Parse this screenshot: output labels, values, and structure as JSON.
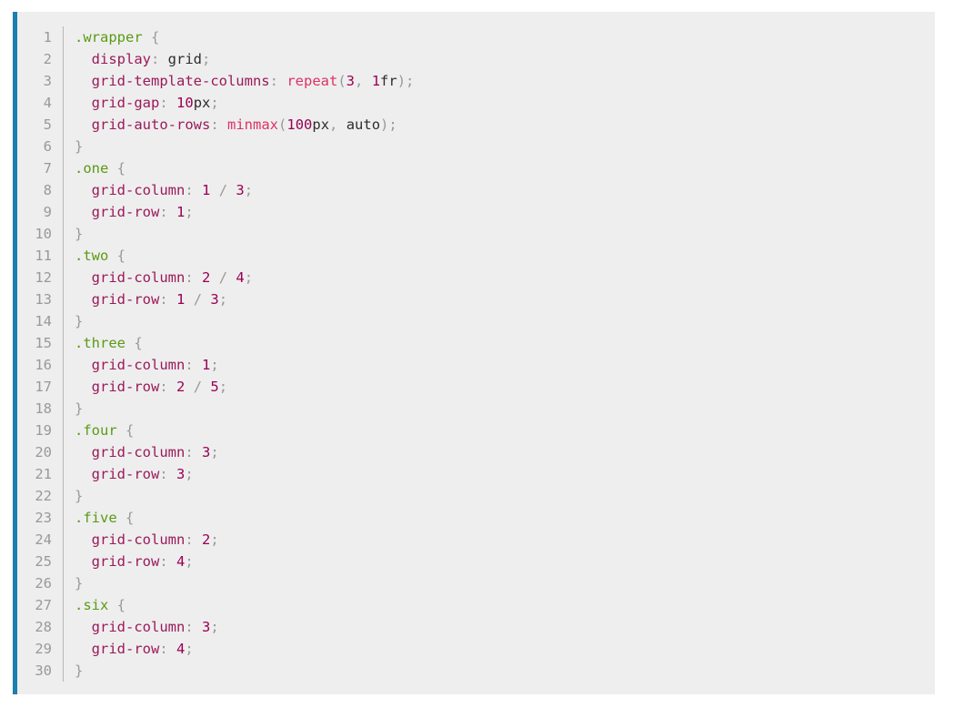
{
  "colors": {
    "background": "#eeeeee",
    "accent_border": "#1b7fb0",
    "selector": "#5a9b14",
    "property": "#9a1a5a",
    "function": "#dd3366",
    "number": "#990055",
    "punctuation": "#999999",
    "line_number": "#999999",
    "text": "#2d2d2d"
  },
  "lines": [
    [
      {
        "t": "selector",
        "v": ".wrapper"
      },
      {
        "t": "val",
        "v": " "
      },
      {
        "t": "punct",
        "v": "{"
      }
    ],
    [
      {
        "t": "val",
        "v": "  "
      },
      {
        "t": "prop",
        "v": "display"
      },
      {
        "t": "punct",
        "v": ":"
      },
      {
        "t": "val",
        "v": " grid"
      },
      {
        "t": "punct",
        "v": ";"
      }
    ],
    [
      {
        "t": "val",
        "v": "  "
      },
      {
        "t": "prop",
        "v": "grid-template-columns"
      },
      {
        "t": "punct",
        "v": ":"
      },
      {
        "t": "val",
        "v": " "
      },
      {
        "t": "func",
        "v": "repeat"
      },
      {
        "t": "punct",
        "v": "("
      },
      {
        "t": "num",
        "v": "3"
      },
      {
        "t": "punct",
        "v": ","
      },
      {
        "t": "val",
        "v": " "
      },
      {
        "t": "num",
        "v": "1"
      },
      {
        "t": "val",
        "v": "fr"
      },
      {
        "t": "punct",
        "v": ");"
      }
    ],
    [
      {
        "t": "val",
        "v": "  "
      },
      {
        "t": "prop",
        "v": "grid-gap"
      },
      {
        "t": "punct",
        "v": ":"
      },
      {
        "t": "val",
        "v": " "
      },
      {
        "t": "num",
        "v": "10"
      },
      {
        "t": "val",
        "v": "px"
      },
      {
        "t": "punct",
        "v": ";"
      }
    ],
    [
      {
        "t": "val",
        "v": "  "
      },
      {
        "t": "prop",
        "v": "grid-auto-rows"
      },
      {
        "t": "punct",
        "v": ":"
      },
      {
        "t": "val",
        "v": " "
      },
      {
        "t": "func",
        "v": "minmax"
      },
      {
        "t": "punct",
        "v": "("
      },
      {
        "t": "num",
        "v": "100"
      },
      {
        "t": "val",
        "v": "px"
      },
      {
        "t": "punct",
        "v": ","
      },
      {
        "t": "val",
        "v": " auto"
      },
      {
        "t": "punct",
        "v": ");"
      }
    ],
    [
      {
        "t": "punct",
        "v": "}"
      }
    ],
    [
      {
        "t": "selector",
        "v": ".one"
      },
      {
        "t": "val",
        "v": " "
      },
      {
        "t": "punct",
        "v": "{"
      }
    ],
    [
      {
        "t": "val",
        "v": "  "
      },
      {
        "t": "prop",
        "v": "grid-column"
      },
      {
        "t": "punct",
        "v": ":"
      },
      {
        "t": "val",
        "v": " "
      },
      {
        "t": "num",
        "v": "1"
      },
      {
        "t": "val",
        "v": " "
      },
      {
        "t": "punct",
        "v": "/"
      },
      {
        "t": "val",
        "v": " "
      },
      {
        "t": "num",
        "v": "3"
      },
      {
        "t": "punct",
        "v": ";"
      }
    ],
    [
      {
        "t": "val",
        "v": "  "
      },
      {
        "t": "prop",
        "v": "grid-row"
      },
      {
        "t": "punct",
        "v": ":"
      },
      {
        "t": "val",
        "v": " "
      },
      {
        "t": "num",
        "v": "1"
      },
      {
        "t": "punct",
        "v": ";"
      }
    ],
    [
      {
        "t": "punct",
        "v": "}"
      }
    ],
    [
      {
        "t": "selector",
        "v": ".two"
      },
      {
        "t": "val",
        "v": " "
      },
      {
        "t": "punct",
        "v": "{"
      }
    ],
    [
      {
        "t": "val",
        "v": "  "
      },
      {
        "t": "prop",
        "v": "grid-column"
      },
      {
        "t": "punct",
        "v": ":"
      },
      {
        "t": "val",
        "v": " "
      },
      {
        "t": "num",
        "v": "2"
      },
      {
        "t": "val",
        "v": " "
      },
      {
        "t": "punct",
        "v": "/"
      },
      {
        "t": "val",
        "v": " "
      },
      {
        "t": "num",
        "v": "4"
      },
      {
        "t": "punct",
        "v": ";"
      }
    ],
    [
      {
        "t": "val",
        "v": "  "
      },
      {
        "t": "prop",
        "v": "grid-row"
      },
      {
        "t": "punct",
        "v": ":"
      },
      {
        "t": "val",
        "v": " "
      },
      {
        "t": "num",
        "v": "1"
      },
      {
        "t": "val",
        "v": " "
      },
      {
        "t": "punct",
        "v": "/"
      },
      {
        "t": "val",
        "v": " "
      },
      {
        "t": "num",
        "v": "3"
      },
      {
        "t": "punct",
        "v": ";"
      }
    ],
    [
      {
        "t": "punct",
        "v": "}"
      }
    ],
    [
      {
        "t": "selector",
        "v": ".three"
      },
      {
        "t": "val",
        "v": " "
      },
      {
        "t": "punct",
        "v": "{"
      }
    ],
    [
      {
        "t": "val",
        "v": "  "
      },
      {
        "t": "prop",
        "v": "grid-column"
      },
      {
        "t": "punct",
        "v": ":"
      },
      {
        "t": "val",
        "v": " "
      },
      {
        "t": "num",
        "v": "1"
      },
      {
        "t": "punct",
        "v": ";"
      }
    ],
    [
      {
        "t": "val",
        "v": "  "
      },
      {
        "t": "prop",
        "v": "grid-row"
      },
      {
        "t": "punct",
        "v": ":"
      },
      {
        "t": "val",
        "v": " "
      },
      {
        "t": "num",
        "v": "2"
      },
      {
        "t": "val",
        "v": " "
      },
      {
        "t": "punct",
        "v": "/"
      },
      {
        "t": "val",
        "v": " "
      },
      {
        "t": "num",
        "v": "5"
      },
      {
        "t": "punct",
        "v": ";"
      }
    ],
    [
      {
        "t": "punct",
        "v": "}"
      }
    ],
    [
      {
        "t": "selector",
        "v": ".four"
      },
      {
        "t": "val",
        "v": " "
      },
      {
        "t": "punct",
        "v": "{"
      }
    ],
    [
      {
        "t": "val",
        "v": "  "
      },
      {
        "t": "prop",
        "v": "grid-column"
      },
      {
        "t": "punct",
        "v": ":"
      },
      {
        "t": "val",
        "v": " "
      },
      {
        "t": "num",
        "v": "3"
      },
      {
        "t": "punct",
        "v": ";"
      }
    ],
    [
      {
        "t": "val",
        "v": "  "
      },
      {
        "t": "prop",
        "v": "grid-row"
      },
      {
        "t": "punct",
        "v": ":"
      },
      {
        "t": "val",
        "v": " "
      },
      {
        "t": "num",
        "v": "3"
      },
      {
        "t": "punct",
        "v": ";"
      }
    ],
    [
      {
        "t": "punct",
        "v": "}"
      }
    ],
    [
      {
        "t": "selector",
        "v": ".five"
      },
      {
        "t": "val",
        "v": " "
      },
      {
        "t": "punct",
        "v": "{"
      }
    ],
    [
      {
        "t": "val",
        "v": "  "
      },
      {
        "t": "prop",
        "v": "grid-column"
      },
      {
        "t": "punct",
        "v": ":"
      },
      {
        "t": "val",
        "v": " "
      },
      {
        "t": "num",
        "v": "2"
      },
      {
        "t": "punct",
        "v": ";"
      }
    ],
    [
      {
        "t": "val",
        "v": "  "
      },
      {
        "t": "prop",
        "v": "grid-row"
      },
      {
        "t": "punct",
        "v": ":"
      },
      {
        "t": "val",
        "v": " "
      },
      {
        "t": "num",
        "v": "4"
      },
      {
        "t": "punct",
        "v": ";"
      }
    ],
    [
      {
        "t": "punct",
        "v": "}"
      }
    ],
    [
      {
        "t": "selector",
        "v": ".six"
      },
      {
        "t": "val",
        "v": " "
      },
      {
        "t": "punct",
        "v": "{"
      }
    ],
    [
      {
        "t": "val",
        "v": "  "
      },
      {
        "t": "prop",
        "v": "grid-column"
      },
      {
        "t": "punct",
        "v": ":"
      },
      {
        "t": "val",
        "v": " "
      },
      {
        "t": "num",
        "v": "3"
      },
      {
        "t": "punct",
        "v": ";"
      }
    ],
    [
      {
        "t": "val",
        "v": "  "
      },
      {
        "t": "prop",
        "v": "grid-row"
      },
      {
        "t": "punct",
        "v": ":"
      },
      {
        "t": "val",
        "v": " "
      },
      {
        "t": "num",
        "v": "4"
      },
      {
        "t": "punct",
        "v": ";"
      }
    ],
    [
      {
        "t": "punct",
        "v": "}"
      }
    ]
  ]
}
